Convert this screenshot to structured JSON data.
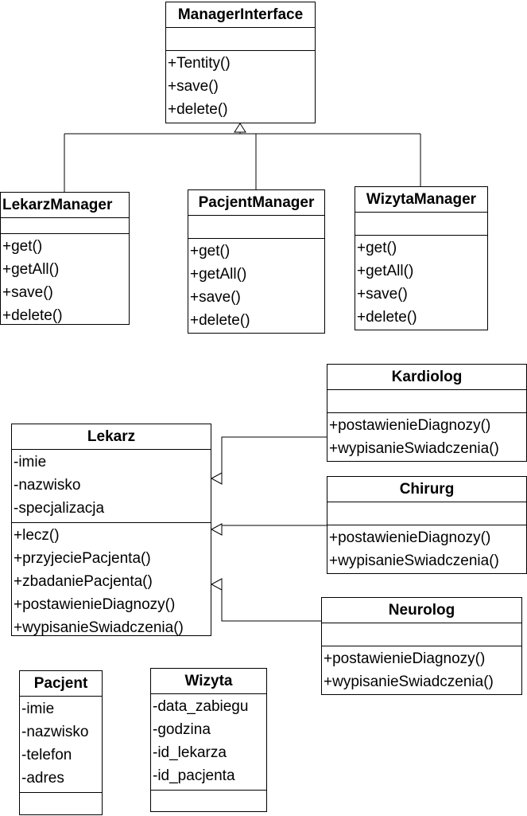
{
  "classes": {
    "manager_interface": {
      "name": "ManagerInterface",
      "attributes": [],
      "methods": [
        "+Tentity()",
        "+save()",
        "+delete()"
      ]
    },
    "lekarz_manager": {
      "name": "LekarzManager",
      "attributes": [],
      "methods": [
        "+get()",
        "+getAll()",
        "+save()",
        "+delete()"
      ]
    },
    "pacjent_manager": {
      "name": "PacjentManager",
      "attributes": [],
      "methods": [
        "+get()",
        "+getAll()",
        "+save()",
        "+delete()"
      ]
    },
    "wizyta_manager": {
      "name": "WizytaManager",
      "attributes": [],
      "methods": [
        "+get()",
        "+getAll()",
        "+save()",
        "+delete()"
      ]
    },
    "kardiolog": {
      "name": "Kardiolog",
      "attributes": [],
      "methods": [
        "+postawienieDiagnozy()",
        "+wypisanieSwiadczenia()"
      ]
    },
    "chirurg": {
      "name": "Chirurg",
      "attributes": [],
      "methods": [
        "+postawienieDiagnozy()",
        "+wypisanieSwiadczenia()"
      ]
    },
    "neurolog": {
      "name": "Neurolog",
      "attributes": [],
      "methods": [
        "+postawienieDiagnozy()",
        "+wypisanieSwiadczenia()"
      ]
    },
    "lekarz": {
      "name": "Lekarz",
      "attributes": [
        "-imie",
        "-nazwisko",
        "-specjalizacja"
      ],
      "methods": [
        "+lecz()",
        "+przyjeciePacjenta()",
        "+zbadaniePacjenta()",
        "+postawienieDiagnozy()",
        "+wypisanieSwiadczenia()"
      ]
    },
    "pacjent": {
      "name": "Pacjent",
      "attributes": [
        "-imie",
        "-nazwisko",
        "-telefon",
        "-adres"
      ],
      "methods": []
    },
    "wizyta": {
      "name": "Wizyta",
      "attributes": [
        "-data_zabiegu",
        "-godzina",
        "-id_lekarza",
        "-id_pacjenta"
      ],
      "methods": []
    }
  },
  "relations": [
    {
      "type": "realization",
      "from": "lekarz_manager",
      "to": "manager_interface"
    },
    {
      "type": "realization",
      "from": "pacjent_manager",
      "to": "manager_interface"
    },
    {
      "type": "realization",
      "from": "wizyta_manager",
      "to": "manager_interface"
    },
    {
      "type": "generalization",
      "from": "kardiolog",
      "to": "lekarz"
    },
    {
      "type": "generalization",
      "from": "chirurg",
      "to": "lekarz"
    },
    {
      "type": "generalization",
      "from": "neurolog",
      "to": "lekarz"
    }
  ]
}
